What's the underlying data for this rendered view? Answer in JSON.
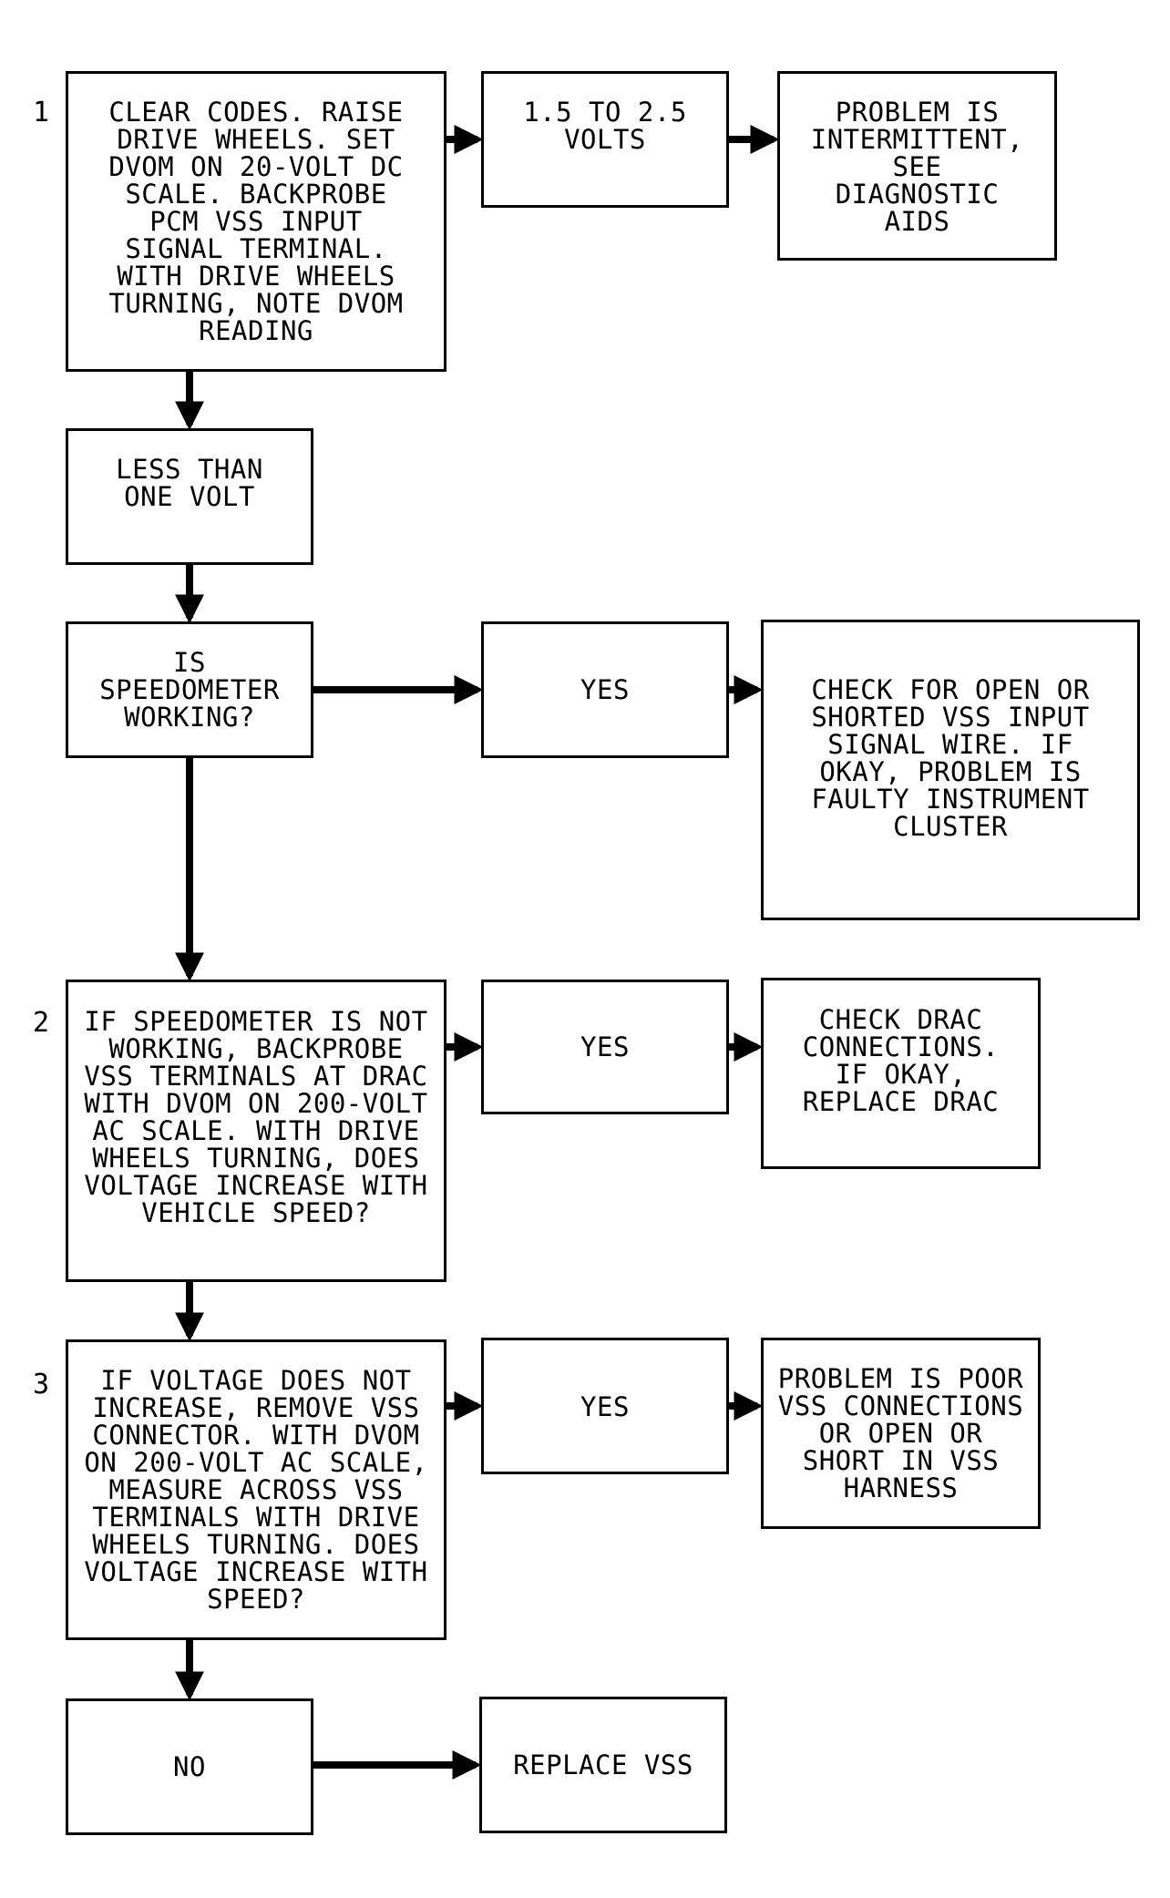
{
  "steps": [
    "1",
    "2",
    "3"
  ],
  "nodes": {
    "step1": "CLEAR CODES. RAISE\nDRIVE WHEELS. SET\nDVOM ON 20-VOLT DC\nSCALE. BACKPROBE\nPCM VSS INPUT\nSIGNAL TERMINAL.\nWITH DRIVE WHEELS\nTURNING, NOTE DVOM\nREADING",
    "volts_range": "1.5 TO 2.5\nVOLTS",
    "intermittent": "PROBLEM IS\nINTERMITTENT,\nSEE\nDIAGNOSTIC\nAIDS",
    "less_than_one": "LESS THAN\nONE VOLT",
    "speedometer": "IS\nSPEEDOMETER\nWORKING?",
    "yes1": "YES",
    "check_open": "CHECK FOR OPEN OR\nSHORTED VSS INPUT\nSIGNAL WIRE. IF\nOKAY, PROBLEM IS\nFAULTY INSTRUMENT\nCLUSTER",
    "step2": "IF SPEEDOMETER IS NOT\nWORKING, BACKPROBE\nVSS TERMINALS AT DRAC\nWITH DVOM ON 200-VOLT\nAC SCALE. WITH DRIVE\nWHEELS TURNING, DOES\nVOLTAGE INCREASE WITH\nVEHICLE SPEED?",
    "yes2": "YES",
    "check_drac": "CHECK DRAC\nCONNECTIONS.\nIF OKAY,\nREPLACE DRAC",
    "step3": "IF VOLTAGE DOES NOT\nINCREASE, REMOVE VSS\nCONNECTOR. WITH DVOM\nON 200-VOLT AC SCALE,\nMEASURE ACROSS VSS\nTERMINALS WITH DRIVE\nWHEELS TURNING. DOES\nVOLTAGE INCREASE WITH\nSPEED?",
    "yes3": "YES",
    "poor_connections": "PROBLEM IS POOR\nVSS CONNECTIONS\nOR OPEN OR\nSHORT IN VSS\nHARNESS",
    "no": "NO",
    "replace_vss": "REPLACE VSS"
  },
  "colors": {
    "line": "#000000",
    "background": "#ffffff"
  }
}
